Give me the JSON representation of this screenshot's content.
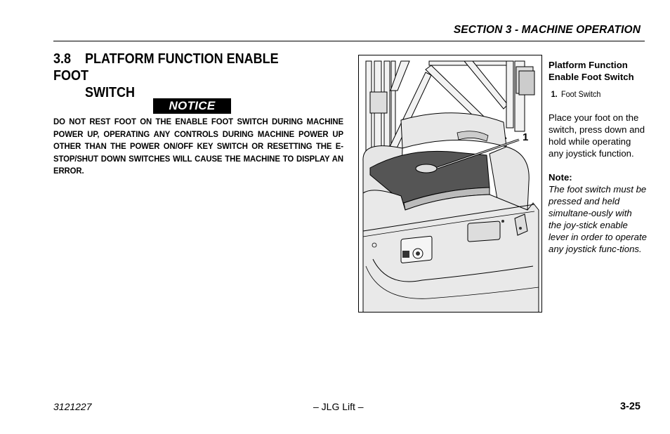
{
  "header": {
    "section": "SECTION 3 - MACHINE OPERATION"
  },
  "section": {
    "number": "3.8",
    "title_line1": "PLATFORM FUNCTION ENABLE FOOT",
    "title_line2": "SWITCH"
  },
  "notice": {
    "label": "NOTICE",
    "text": "DO NOT REST FOOT ON THE ENABLE FOOT SWITCH DURING MACHINE POWER UP, OPERATING ANY CONTROLS DURING MACHINE POWER UP OTHER THAN THE POWER ON/OFF KEY SWITCH OR RESETTING THE E-STOP/SHUT DOWN SWITCHES WILL CAUSE THE MACHINE TO DISPLAY AN ERROR."
  },
  "figure": {
    "callout": "1",
    "side_title": "Platform Function Enable Foot Switch",
    "legend": [
      {
        "num": "1.",
        "label": "Foot Switch"
      }
    ]
  },
  "instructions": "Place your foot on the switch, press down and hold while operating any joystick function.",
  "note": {
    "heading": "Note:",
    "body": "The foot switch must be pressed and held simultane-ously with the joy-stick enable lever in order to operate any joystick func-tions."
  },
  "footer": {
    "doc_number": "3121227",
    "center": "– JLG Lift –",
    "page": "3-25"
  }
}
